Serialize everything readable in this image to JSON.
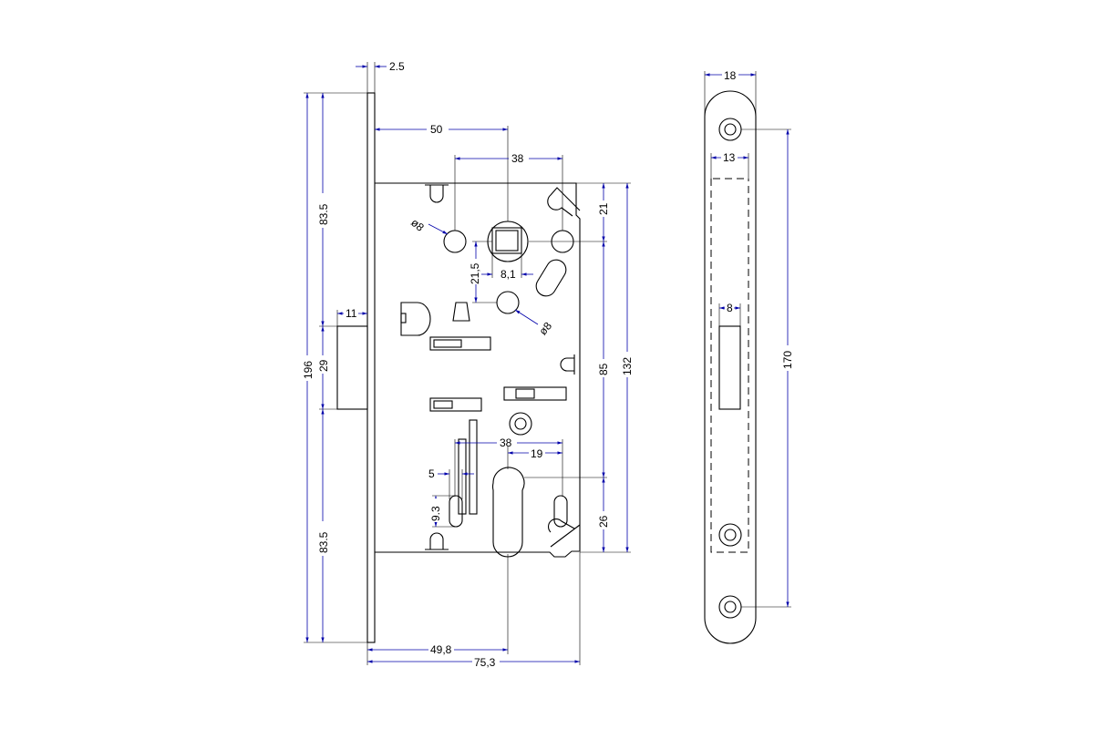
{
  "dimensions": {
    "faceplate_thickness": "2.5",
    "backset": "50",
    "follower_hole_spacing": "38",
    "hole_diameter_top": "ø8",
    "hole_diameter_mid": "ø8",
    "follower_square": "8,1",
    "follower_to_hole": "21,5",
    "top_to_follower": "21",
    "follower_to_cylinder": "85",
    "case_height": "132",
    "faceplate_length": "196",
    "faceplate_upper": "83.5",
    "faceplate_lower": "83.5",
    "latch_projection": "11",
    "latch_height": "29",
    "lower_hole_spacing": "38",
    "cylinder_offset": "19",
    "slot_width": "5",
    "slot_height": "9.3",
    "bottom_to_cylinder": "26",
    "cylinder_backset": "49,8",
    "case_depth": "75,3",
    "strike_width": "18",
    "strike_inner_width": "13",
    "strike_hole_spacing": "170",
    "strike_opening_width": "8"
  }
}
